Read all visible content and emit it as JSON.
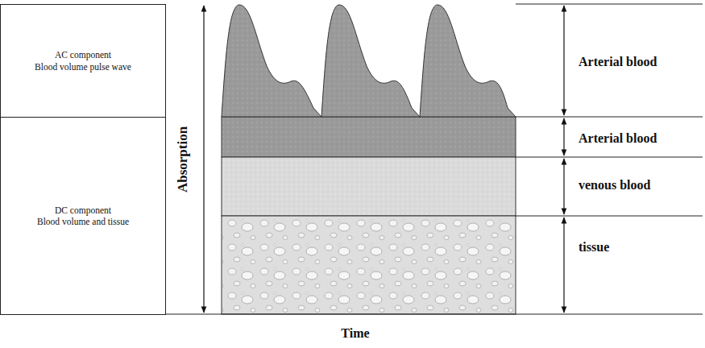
{
  "diagram": {
    "nodes": [
      {
        "text": [
          "AC component",
          "Blood volume pulse wave"
        ]
      },
      {
        "text": [
          "DC component",
          "Blood volume and tissue"
        ]
      }
    ],
    "labels": [
      "Absorption",
      "Time",
      "Arterial blood",
      "Arterial blood",
      "venous blood",
      "tissue"
    ]
  }
}
